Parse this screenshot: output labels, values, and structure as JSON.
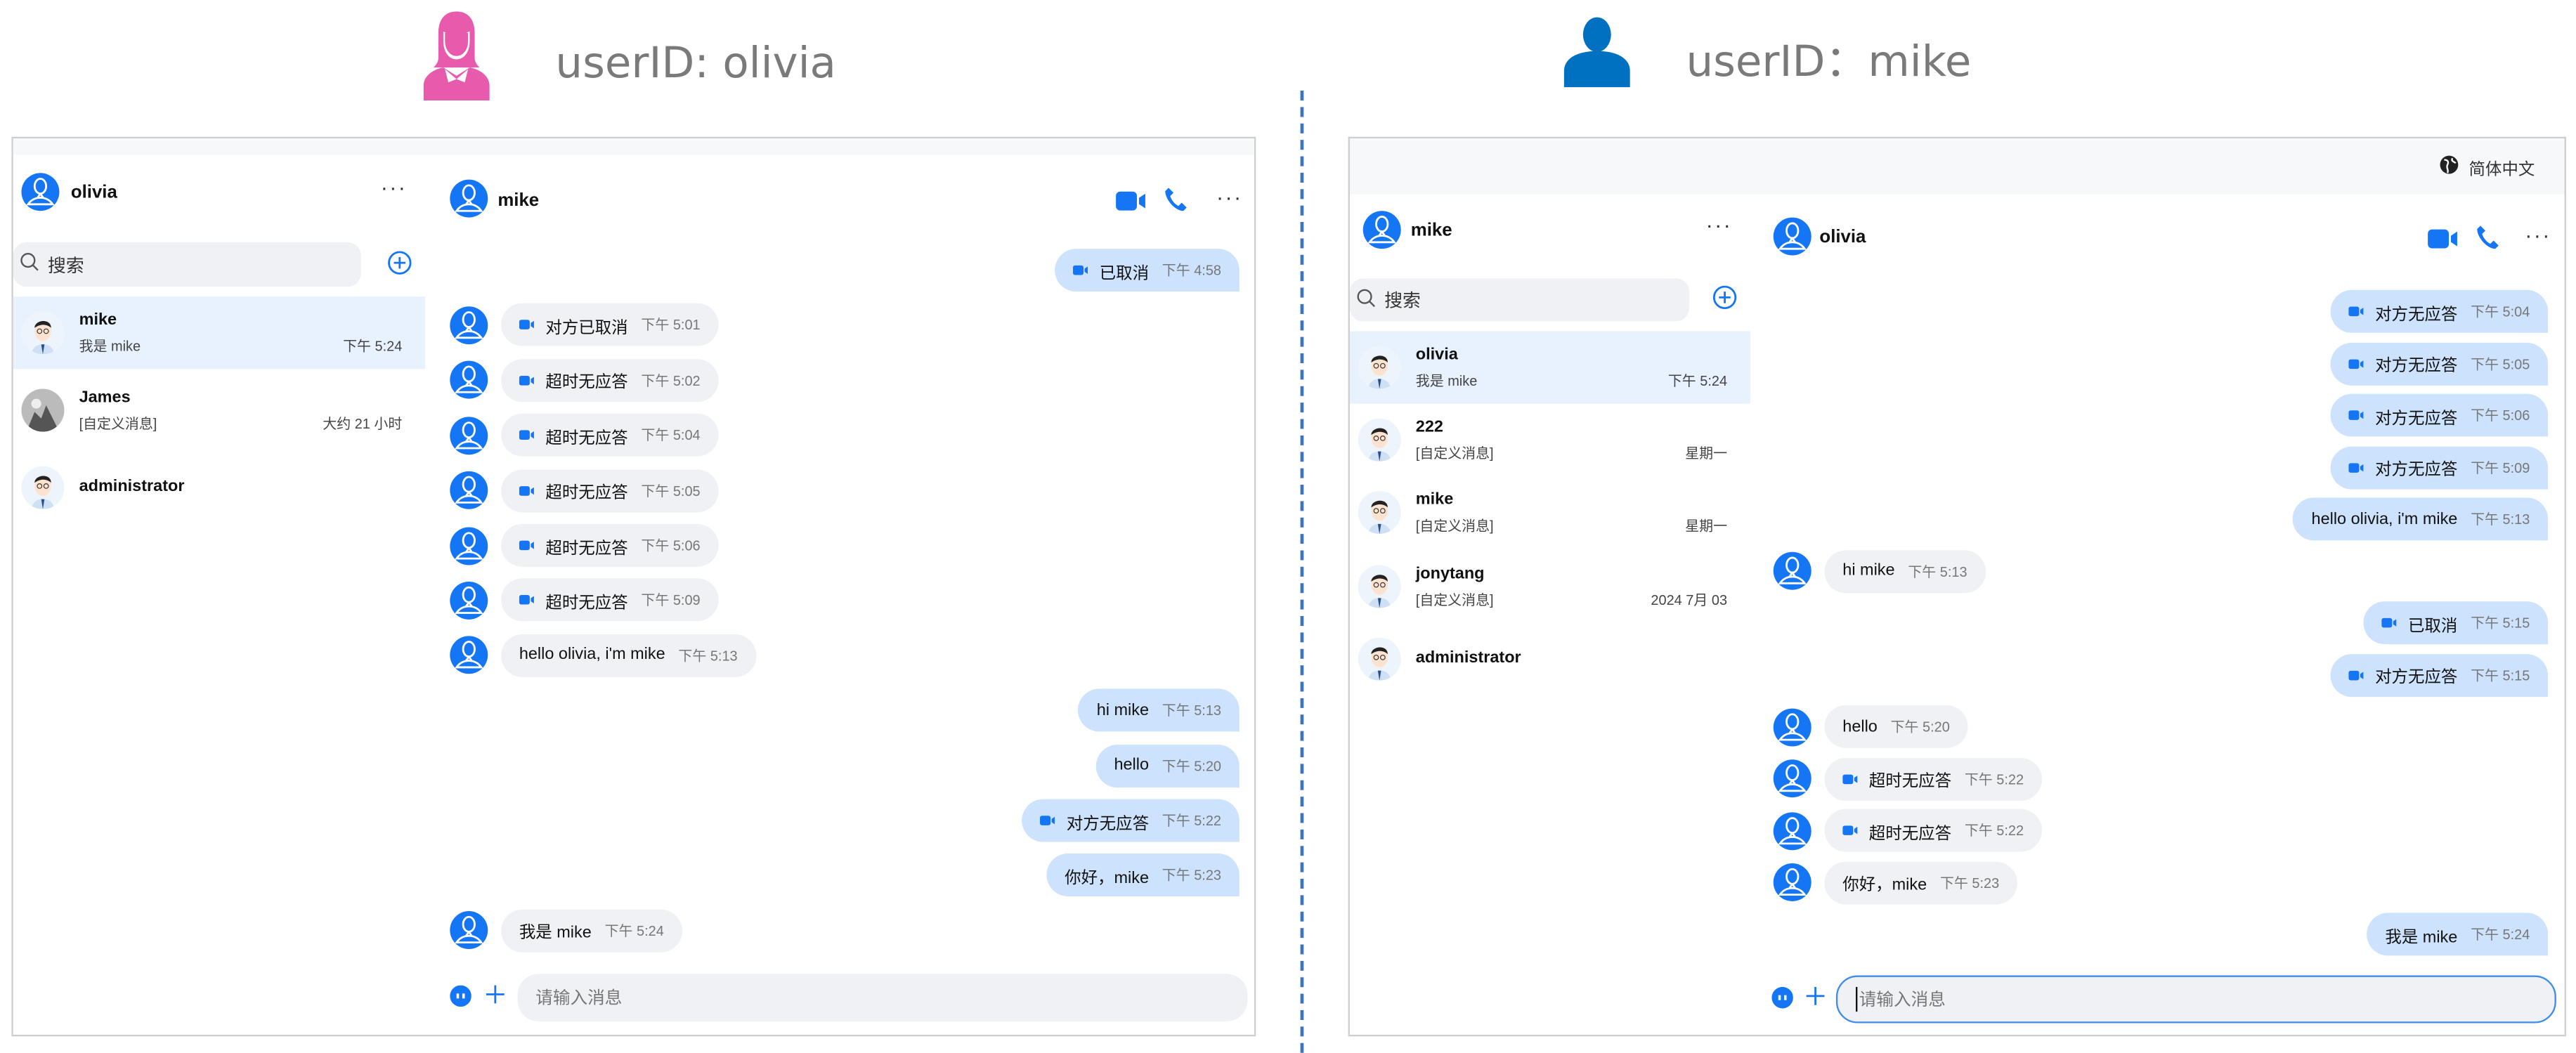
{
  "left_label": {
    "title": "userID: olivia",
    "icon": "female-user-icon",
    "icon_color": "#e85aac"
  },
  "right_label": {
    "title": "userID：mike",
    "icon": "user-icon",
    "icon_color": "#0070c0"
  },
  "accent": "#1476f5",
  "left": {
    "profile_name": "olivia",
    "search_placeholder": "搜索",
    "conversations": [
      {
        "name": "mike",
        "preview": "我是 mike",
        "time": "下午 5:24",
        "selected": true
      },
      {
        "name": "James",
        "preview": "[自定义消息]",
        "time": "大约 21 小时"
      },
      {
        "name": "administrator",
        "preview": "",
        "time": ""
      }
    ],
    "chat_title": "mike",
    "messages": [
      {
        "side": "self",
        "video": true,
        "text": "已取消",
        "time": "下午 4:58"
      },
      {
        "side": "other",
        "video": true,
        "text": "对方已取消",
        "time": "下午 5:01"
      },
      {
        "side": "other",
        "video": true,
        "text": "超时无应答",
        "time": "下午 5:02"
      },
      {
        "side": "other",
        "video": true,
        "text": "超时无应答",
        "time": "下午 5:04"
      },
      {
        "side": "other",
        "video": true,
        "text": "超时无应答",
        "time": "下午 5:05"
      },
      {
        "side": "other",
        "video": true,
        "text": "超时无应答",
        "time": "下午 5:06"
      },
      {
        "side": "other",
        "video": true,
        "text": "超时无应答",
        "time": "下午 5:09"
      },
      {
        "side": "other",
        "video": false,
        "text": "hello olivia, i'm mike",
        "time": "下午 5:13"
      },
      {
        "side": "self",
        "video": false,
        "text": "hi mike",
        "time": "下午 5:13"
      },
      {
        "side": "self",
        "video": false,
        "text": "hello",
        "time": "下午 5:20"
      },
      {
        "side": "self",
        "video": true,
        "text": "对方无应答",
        "time": "下午 5:22"
      },
      {
        "side": "self",
        "video": false,
        "text": "你好，mike",
        "time": "下午 5:23"
      },
      {
        "side": "other",
        "video": false,
        "text": "我是 mike",
        "time": "下午 5:24"
      }
    ],
    "input_placeholder": "请输入消息"
  },
  "right": {
    "language": "简体中文",
    "profile_name": "mike",
    "search_placeholder": "搜索",
    "conversations": [
      {
        "name": "olivia",
        "preview": "我是 mike",
        "time": "下午 5:24",
        "selected": true
      },
      {
        "name": "222",
        "preview": "[自定义消息]",
        "time": "星期一"
      },
      {
        "name": "mike",
        "preview": "[自定义消息]",
        "time": "星期一"
      },
      {
        "name": "jonytang",
        "preview": "[自定义消息]",
        "time": "2024 7月 03"
      },
      {
        "name": "administrator",
        "preview": "",
        "time": ""
      }
    ],
    "chat_title": "olivia",
    "messages": [
      {
        "side": "self",
        "video": true,
        "text": "对方无应答",
        "time": "下午 5:04"
      },
      {
        "side": "self",
        "video": true,
        "text": "对方无应答",
        "time": "下午 5:05"
      },
      {
        "side": "self",
        "video": true,
        "text": "对方无应答",
        "time": "下午 5:06"
      },
      {
        "side": "self",
        "video": true,
        "text": "对方无应答",
        "time": "下午 5:09"
      },
      {
        "side": "self",
        "video": false,
        "text": "hello olivia, i'm mike",
        "time": "下午 5:13"
      },
      {
        "side": "other",
        "video": false,
        "text": "hi mike",
        "time": "下午 5:13"
      },
      {
        "side": "self",
        "video": true,
        "text": "已取消",
        "time": "下午 5:15"
      },
      {
        "side": "self",
        "video": true,
        "text": "对方无应答",
        "time": "下午 5:15"
      },
      {
        "side": "other",
        "video": false,
        "text": "hello",
        "time": "下午 5:20"
      },
      {
        "side": "other",
        "video": true,
        "text": "超时无应答",
        "time": "下午 5:22"
      },
      {
        "side": "other",
        "video": true,
        "text": "超时无应答",
        "time": "下午 5:22"
      },
      {
        "side": "other",
        "video": false,
        "text": "你好，mike",
        "time": "下午 5:23"
      },
      {
        "side": "self",
        "video": false,
        "text": "我是 mike",
        "time": "下午 5:24"
      }
    ],
    "input_placeholder": "请输入消息"
  }
}
